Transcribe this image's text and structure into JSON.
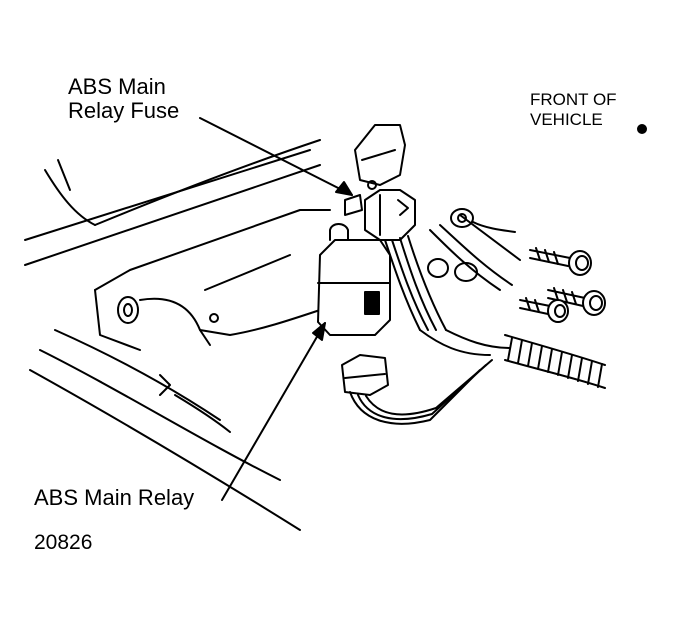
{
  "labels": {
    "fuse_line1": "ABS Main",
    "fuse_line2": "Relay Fuse",
    "front_line1": "FRONT OF",
    "front_line2": "VEHICLE",
    "relay": "ABS Main Relay",
    "figure_number": "20826"
  },
  "icons": {
    "front_marker": "filled-dot"
  }
}
